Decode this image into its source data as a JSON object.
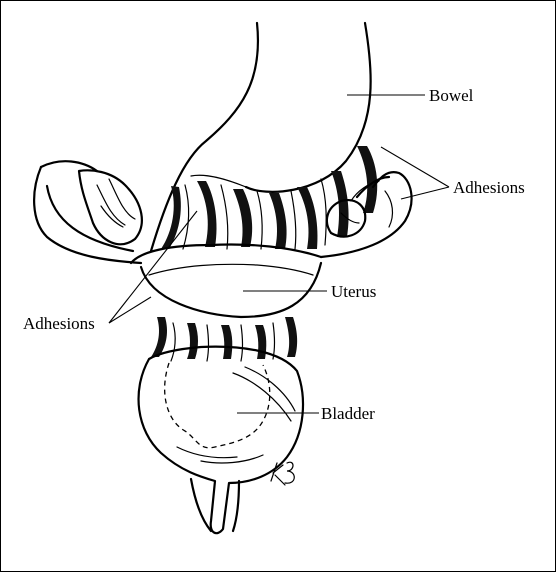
{
  "labels": {
    "bowel": "Bowel",
    "adhesions_right": "Adhesions",
    "uterus": "Uterus",
    "adhesions_left": "Adhesions",
    "bladder": "Bladder"
  },
  "signature_text": "KB"
}
